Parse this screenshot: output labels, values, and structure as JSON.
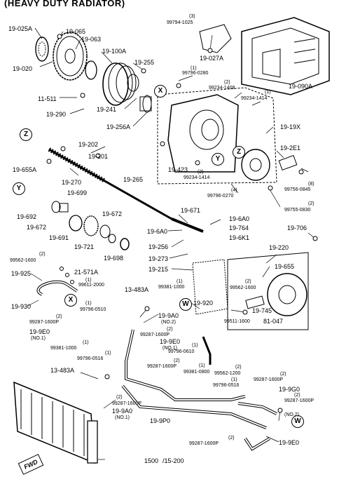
{
  "title": "(HEAVY DUTY RADIATOR)",
  "fwd": "FWD",
  "callouts": {
    "x": "X",
    "y": "Y",
    "z": "Z",
    "w": "W"
  },
  "labels": {
    "p19_025A": "19-025A",
    "p19_065": "19-065",
    "p19_063": "19-063",
    "p19_020": "19-020",
    "p19_100A": "19-100A",
    "p19_255": "19-255",
    "p11_511": "11-511",
    "p19_241": "19-241",
    "p19_290": "19-290",
    "p19_256A": "19-256A",
    "q_3_top": "(3)",
    "p99794_1025": "99794-1025",
    "p19_027A": "19-027A",
    "q_1_a": "(1)",
    "p99796_0280": "99796-0280",
    "p19_090A": "19-090A",
    "q_2_a": "(2)",
    "p99234_1408": "99234-1408",
    "q_1_b": "(1)",
    "p99234_1414_a": "99234-1414",
    "p19_19X": "19-19X",
    "p19_202": "19-202",
    "p19_201": "19-201",
    "p19_655A": "19-655A",
    "p19_265": "19-265",
    "p19_270": "19-270",
    "p19_423": "19-423",
    "p19_2E1": "19-2E1",
    "q_2_b": "(2)",
    "p99234_1414_b": "99234-1414",
    "q_8": "(8)",
    "p99756_0845": "99756-0845",
    "p19_699": "19-699",
    "q_4": "(4)",
    "p99796_0270": "99796-0270",
    "q_2_c": "(2)",
    "p99755_0830": "99755-0830",
    "p19_692": "19-692",
    "p19_671": "19-671",
    "p19_6A0_a": "19-6A0",
    "p19_672_a": "19-672",
    "p19_672_b": "19-672",
    "p19_764": "19-764",
    "p19_691": "19-691",
    "p19_6A0_b": "19-6A0",
    "p19_6K1": "19-6K1",
    "p19_706": "19-706",
    "p19_721": "19-721",
    "p19_698": "19-698",
    "p19_256": "19-256",
    "p19_220": "19-220",
    "p19_273": "19-273",
    "q_2_d": "(2)",
    "p99562_1600_a": "99562-1600",
    "p19_215": "19-215",
    "p19_655": "19-655",
    "p19_925": "19-925",
    "p21_571A": "21-571A",
    "q_1_c": "(1)",
    "p99611_2000": "99611-2000",
    "q_2_e": "(2)",
    "p99562_1600_b": "99562-1600",
    "p13_483A_a": "13-483A",
    "q_1_d": "(1)",
    "p99381_1000_a": "99381-1000",
    "q_1_e": "(1)",
    "p99796_0510": "99796-0510",
    "p19_930": "19-930",
    "p19_920": "19-920",
    "p19_745": "19-745",
    "q_2_f": "(2)",
    "p99287_1600P_a": "99287-1600P",
    "p19_9A0_a": "19-9A0",
    "p_no2_a": "(NO.2)",
    "p99511_1600": "99511-1600",
    "p81_047": "81-047",
    "p19_9E0_a": "19-9E0",
    "p_no1_a": "(NO.1)",
    "q_2_g": "(2)",
    "p99287_1600P_b": "99287-1600P",
    "p19_9E0_b": "19-9E0",
    "p_no1_b": "(NO.1)",
    "q_1_f": "(1)",
    "p99381_1000_b": "99381-1000",
    "q_1_g": "(1)",
    "p99796_0610": "99796-0610",
    "q_1_h": "(1)",
    "p99796_0516_a": "99796-0516",
    "q_2_h": "(2)",
    "p99287_1600P_c": "99287-1600P",
    "q_1_i": "(1)",
    "p99381_0800": "99381-0800",
    "q_2_i": "(2)",
    "p99562_1200": "99562-1200",
    "q_1_j": "(1)",
    "p99796_0516_b": "99796-0516",
    "q_2_j": "(2)",
    "p99287_1600P_d": "99287-1600P",
    "p13_483A_b": "13-483A",
    "p19_9G0": "19-9G0",
    "q_2_k": "(2)",
    "p99287_1600P_e": "99287-1600P",
    "q_2_l": "(2)",
    "p99287_1600P_f": "99287-1600P",
    "p19_9A0_b": "19-9A0",
    "p_no1_c": "(NO.1)",
    "p19_9P0": "19-9P0",
    "p_no2_b": "(NO.2)",
    "q_2_m": "(2)",
    "p99287_1600P_g": "99287-1600P",
    "p19_9E0_c": "19-9E0",
    "p1500": "1500",
    "p15_200": "/15-200"
  }
}
